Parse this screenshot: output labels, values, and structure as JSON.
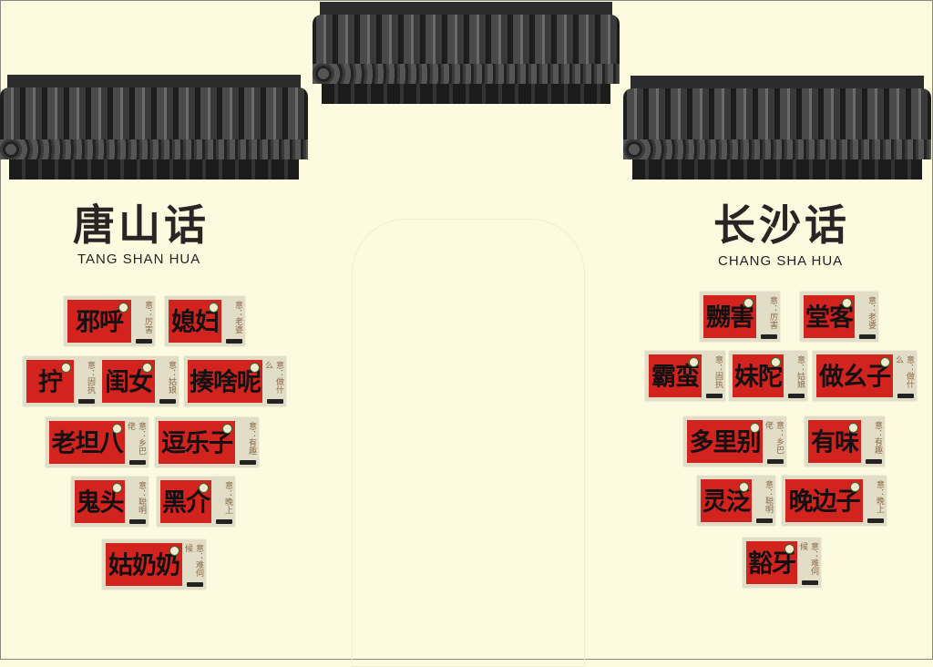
{
  "left": {
    "title": "唐山话",
    "pinyin": "TANG SHAN HUA",
    "cards": [
      {
        "word": "邪呼",
        "meaning": "意：厉害"
      },
      {
        "word": "媳妇",
        "meaning": "意：老婆"
      },
      {
        "word": "拧",
        "meaning": "意：固执"
      },
      {
        "word": "闺女",
        "meaning": "意：姑娘"
      },
      {
        "word": "揍啥呢",
        "meaning": "意：做什么"
      },
      {
        "word": "老坦八",
        "meaning": "意：乡巴佬"
      },
      {
        "word": "逗乐子",
        "meaning": "意：有趣"
      },
      {
        "word": "鬼头",
        "meaning": "意：聪明"
      },
      {
        "word": "黑介",
        "meaning": "意：晚上"
      },
      {
        "word": "姑奶奶",
        "meaning": "意：难伺候"
      }
    ]
  },
  "right": {
    "title": "长沙话",
    "pinyin": "CHANG SHA HUA",
    "cards": [
      {
        "word": "嬲害",
        "meaning": "意：厉害"
      },
      {
        "word": "堂客",
        "meaning": "意：老婆"
      },
      {
        "word": "霸蛮",
        "meaning": "意：固执"
      },
      {
        "word": "妹陀",
        "meaning": "意：姑娘"
      },
      {
        "word": "做幺子",
        "meaning": "意：做什么"
      },
      {
        "word": "多里别",
        "meaning": "意：乡巴佬"
      },
      {
        "word": "有味",
        "meaning": "意：有趣"
      },
      {
        "word": "灵泛",
        "meaning": "意：聪明"
      },
      {
        "word": "晚边子",
        "meaning": "意：晚上"
      },
      {
        "word": "豁牙",
        "meaning": "意：难伺候"
      }
    ]
  }
}
